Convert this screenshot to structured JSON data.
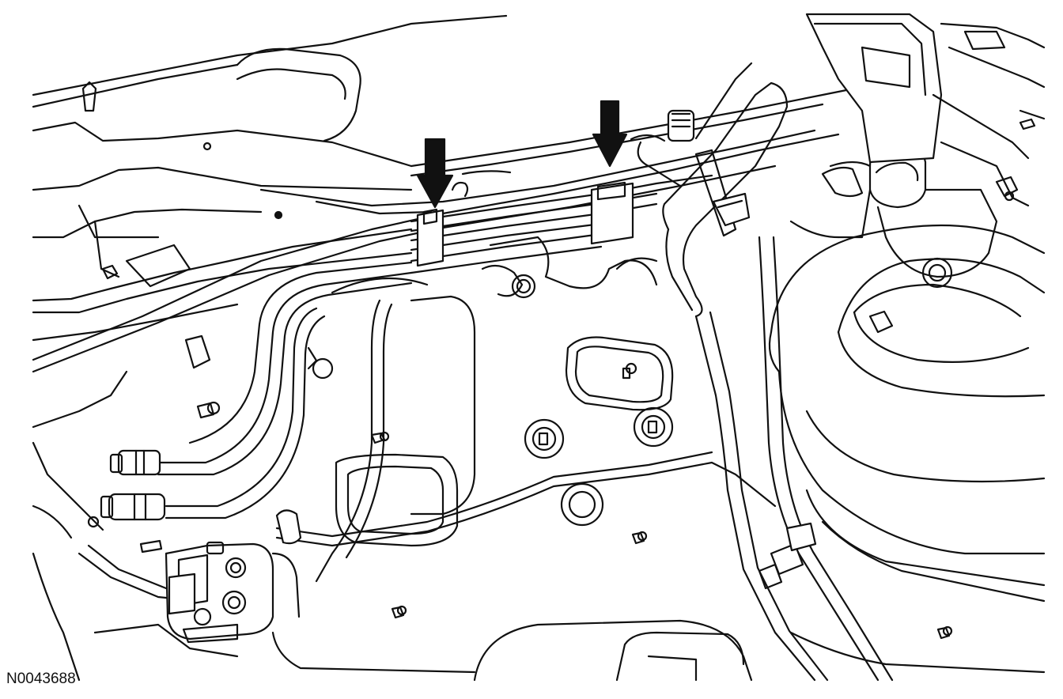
{
  "figure": {
    "id_label": "N0043688"
  },
  "callouts": [
    {
      "name": "arrow-left",
      "icon": "down-arrow-icon"
    },
    {
      "name": "arrow-right",
      "icon": "down-arrow-icon"
    }
  ]
}
